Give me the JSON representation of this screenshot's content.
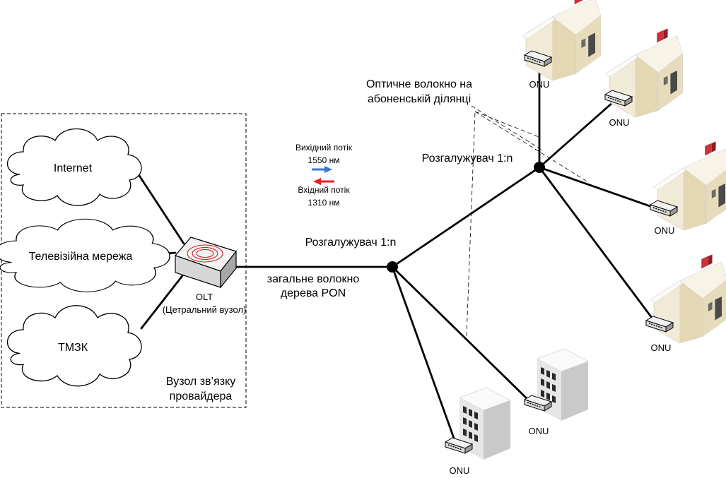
{
  "clouds": {
    "internet": "Internet",
    "tv": "Телевізійна мережа",
    "pstn": "ТМЗК"
  },
  "provider_node": {
    "line1": "Вузол зв’язку",
    "line2": "провайдера"
  },
  "olt": {
    "label": "OLT",
    "sublabel": "(Цетральний вузол)"
  },
  "trunk": {
    "line1": "загальне волокно",
    "line2": "дерева PON"
  },
  "downstream": {
    "label": "Вихідний потік",
    "wavelength": "1550 нм",
    "arrow_color": "#3a78c8"
  },
  "upstream": {
    "label": "Вхідний потік",
    "wavelength": "1310 нм",
    "arrow_color": "#e82020"
  },
  "splitter1": {
    "label": "Розгалужувач 1:n"
  },
  "splitter2": {
    "label": "Розгалужувач 1:n"
  },
  "subscriber_fiber": {
    "line1": "Оптичне волокно на",
    "line2": "абоненській ділянці"
  },
  "onu_label": "ONU"
}
